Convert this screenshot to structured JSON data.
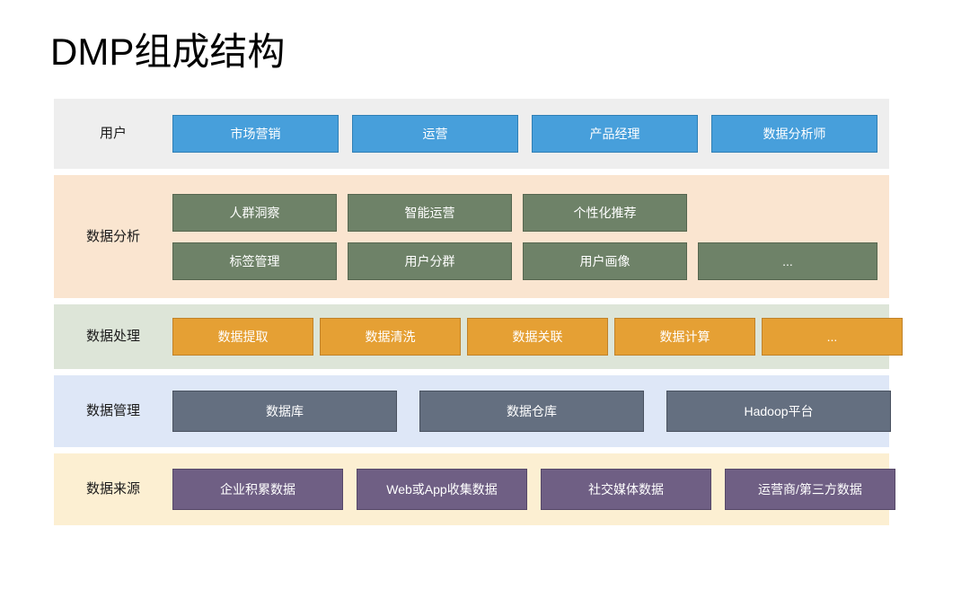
{
  "title": "DMP组成结构",
  "colors": {
    "band_users_bg": "#eeeeee",
    "band_analysis_bg": "#fae5d0",
    "band_processing_bg": "#dde5d8",
    "band_management_bg": "#dee7f7",
    "band_sources_bg": "#fcefd2",
    "box_blue": "#479fdb",
    "box_green": "#6e8268",
    "box_orange": "#e5a034",
    "box_slate": "#646f80",
    "box_purple": "#6f5f84"
  },
  "bands": [
    {
      "label": "用户",
      "rows": [
        {
          "boxes": [
            "市场营销",
            "运营",
            "产品经理",
            "数据分析师"
          ]
        }
      ]
    },
    {
      "label": "数据分析",
      "rows": [
        {
          "boxes": [
            "人群洞察",
            "智能运营",
            "个性化推荐"
          ]
        },
        {
          "boxes": [
            "标签管理",
            "用户分群",
            "用户画像",
            "..."
          ]
        }
      ]
    },
    {
      "label": "数据处理",
      "rows": [
        {
          "boxes": [
            "数据提取",
            "数据清洗",
            "数据关联",
            "数据计算",
            "..."
          ]
        }
      ]
    },
    {
      "label": "数据管理",
      "rows": [
        {
          "boxes": [
            "数据库",
            "数据仓库",
            "Hadoop平台"
          ]
        }
      ]
    },
    {
      "label": "数据来源",
      "rows": [
        {
          "boxes": [
            "企业积累数据",
            "Web或App收集数据",
            "社交媒体数据",
            "运营商/第三方数据"
          ]
        }
      ]
    }
  ]
}
